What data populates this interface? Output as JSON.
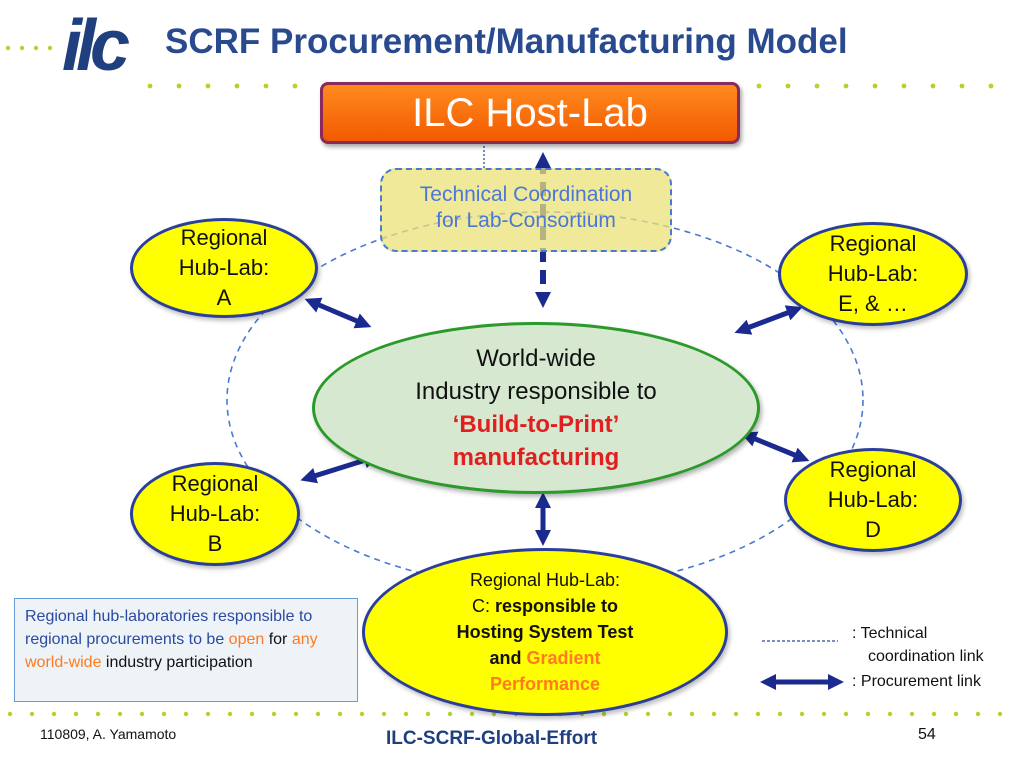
{
  "header": {
    "logo_text": "ilc",
    "title": "SCRF Procurement/Manufacturing Model"
  },
  "diagram": {
    "host_lab": "ILC Host-Lab",
    "technical_coordination": [
      "Technical Coordination",
      "for Lab-Consortium"
    ],
    "center": {
      "line1": "World-wide",
      "line2": "Industry responsible to",
      "line3": "‘Build-to-Print’",
      "line4": "manufacturing"
    },
    "hub_a": [
      "Regional",
      "Hub-Lab:",
      "A"
    ],
    "hub_b": [
      "Regional",
      "Hub-Lab:",
      "B"
    ],
    "hub_d": [
      "Regional",
      "Hub-Lab:",
      "D"
    ],
    "hub_e": [
      "Regional",
      "Hub-Lab:",
      "E, & …"
    ],
    "hub_c": {
      "line1": "Regional Hub-Lab:",
      "line2_prefix": "C: ",
      "line2_bold": "responsible to",
      "line3": "Hosting System Test",
      "line4_prefix": "and ",
      "line4_orange": "Gradient",
      "line5_orange": "Performance"
    }
  },
  "note": {
    "part1": "Regional hub-laboratories responsible to regional procurements to be ",
    "open": "open",
    "part2": " for ",
    "any": "any",
    "world_wide": "world-wide",
    "part3": " industry participation"
  },
  "legend": {
    "technical_line1": ": Technical",
    "technical_line2": "coordination link",
    "procurement": ": Procurement link"
  },
  "footer": {
    "left": "110809, A. Yamamoto",
    "center": "ILC-SCRF-Global-Effort",
    "page": "54"
  },
  "colors": {
    "title": "#2a4a8f",
    "host_fill": "#f25a00",
    "hub_fill": "#ffff00",
    "center_fill": "#d6e8d0",
    "arrow": "#1a2a8f",
    "dotted_line": "#b5d22a"
  }
}
